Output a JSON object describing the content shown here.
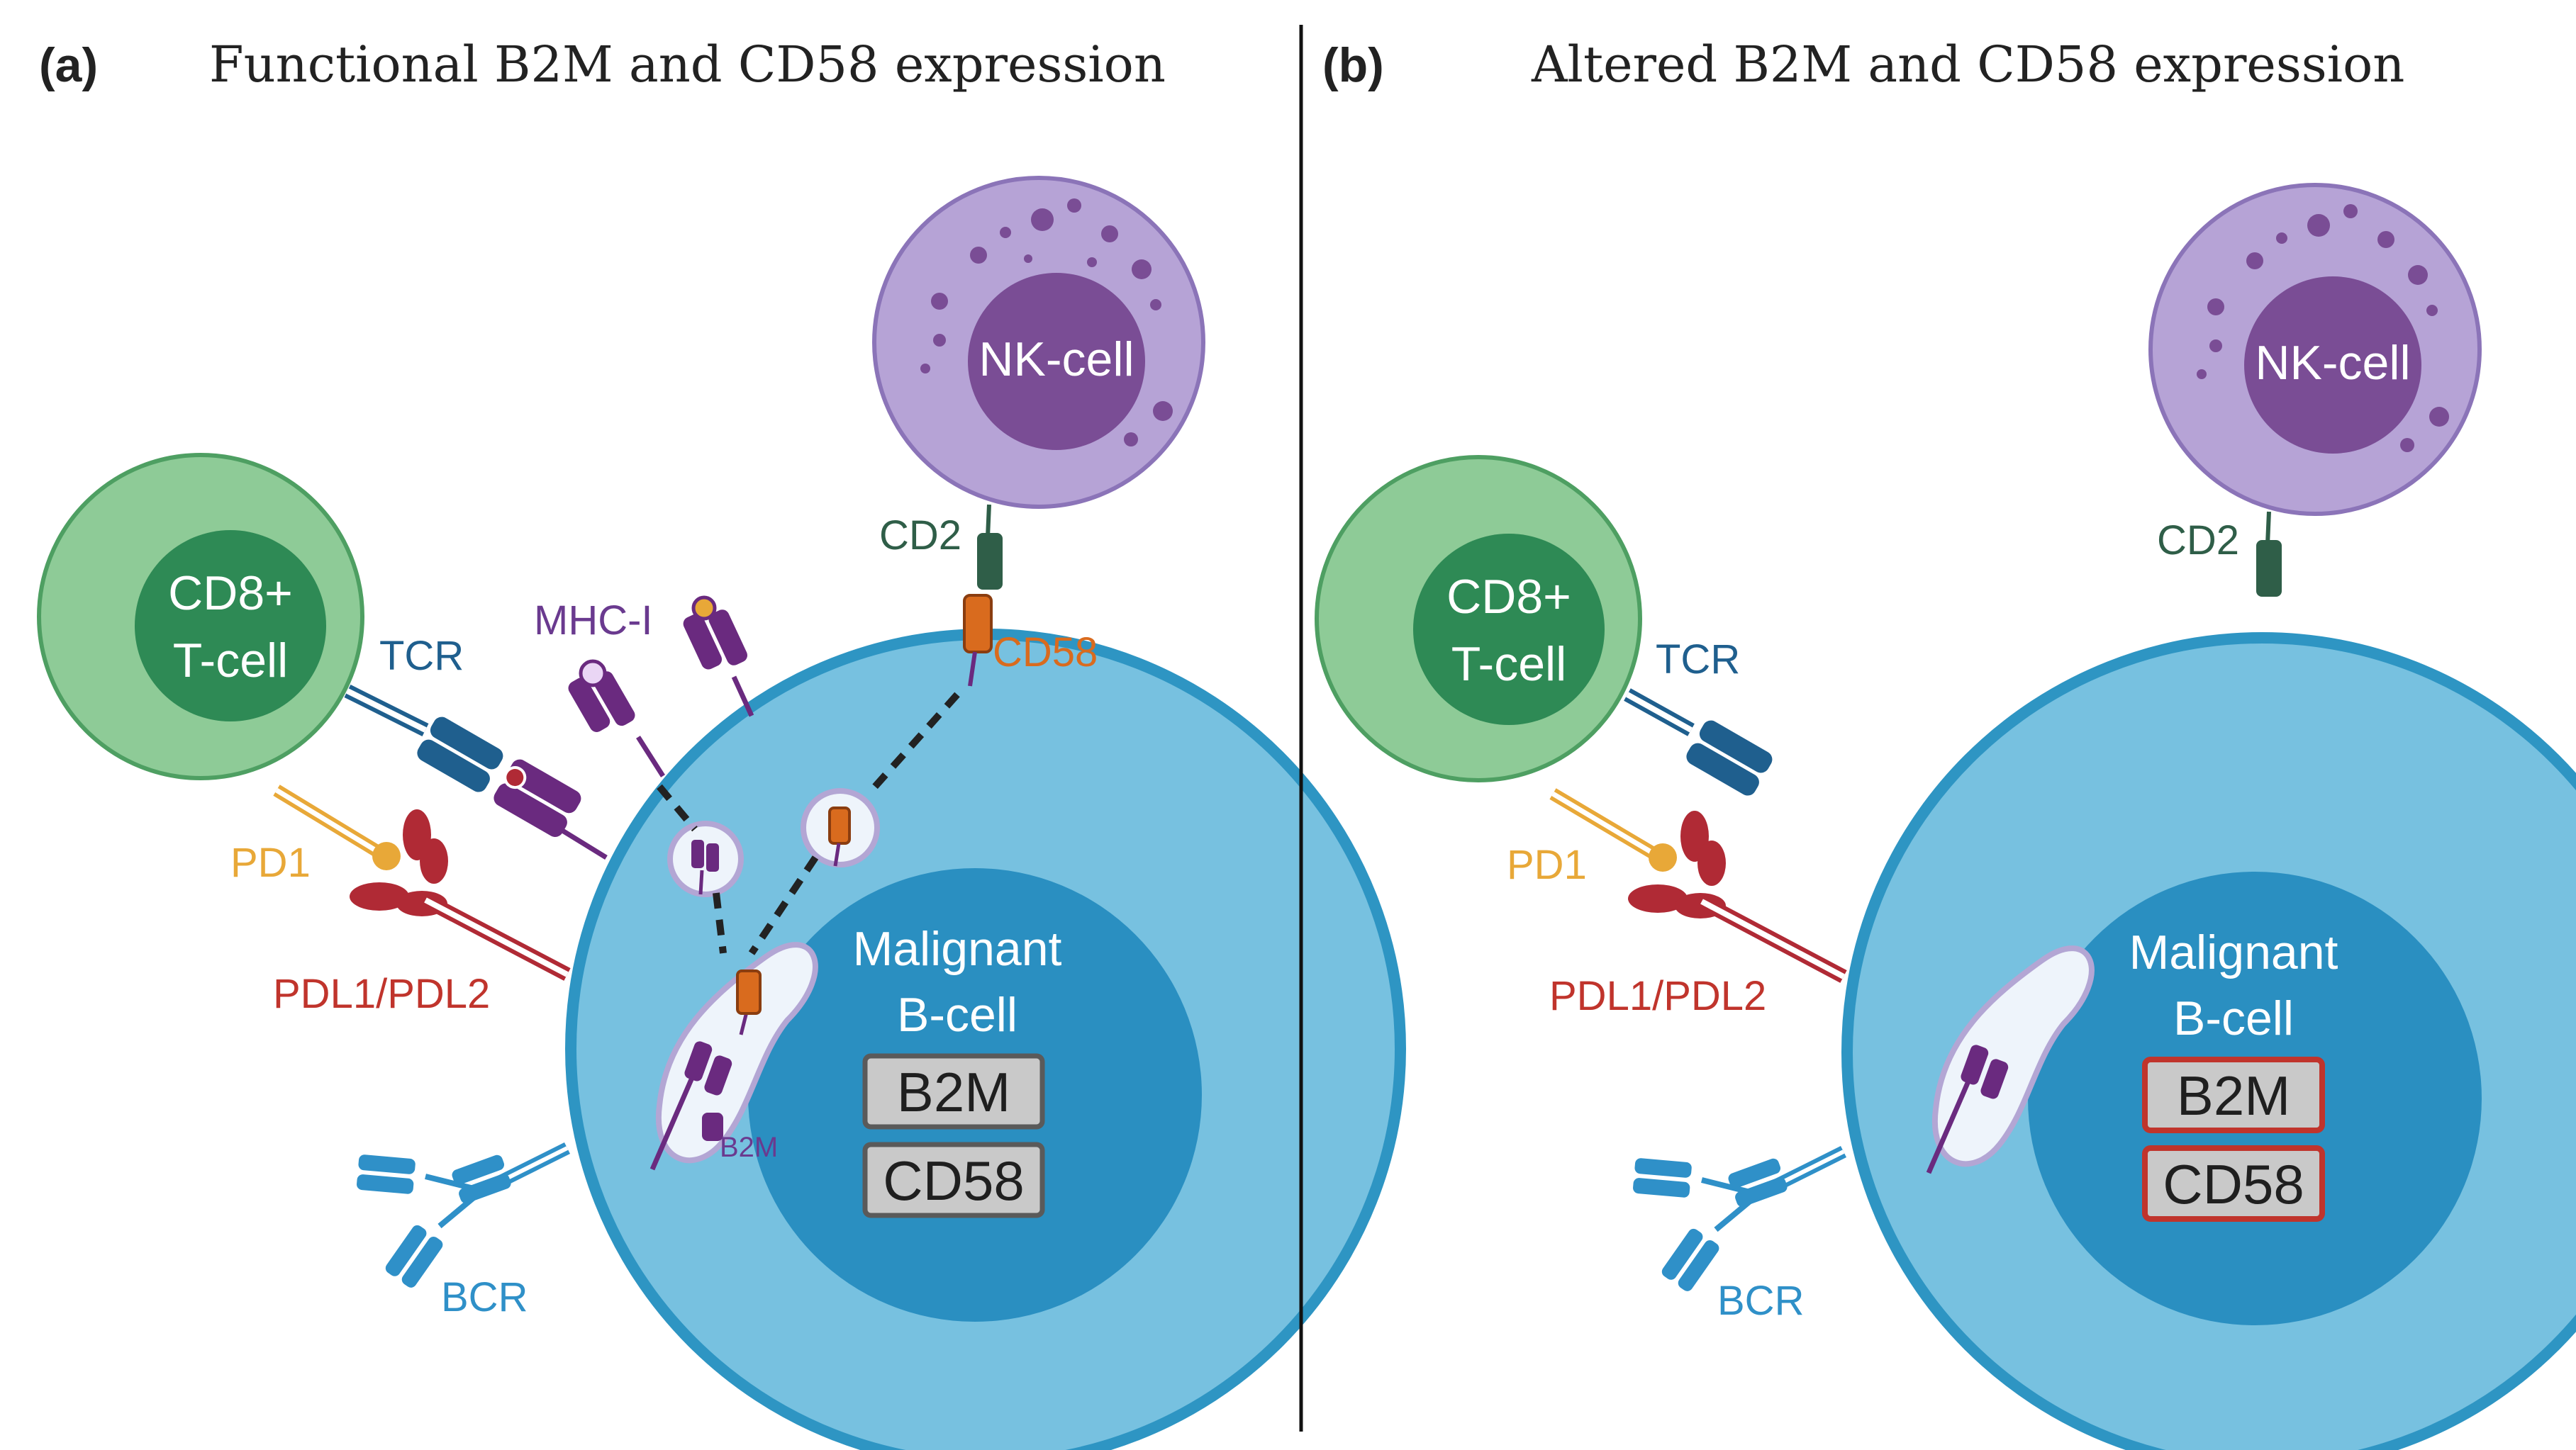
{
  "colors": {
    "tcell_outer": "#8ecb97",
    "tcell_inner": "#2e8a55",
    "nk_outer": "#b6a3d6",
    "nk_inner": "#7a4d95",
    "bcell_outer": "#77c1e0",
    "bcell_nucleus": "#2a8fc1",
    "bcell_border": "#2e95c3",
    "tcr": "#1f5f8e",
    "pd1": "#e8a838",
    "pdl": "#b02a35",
    "mhc": "#6a2a7f",
    "cd2": "#2f5e48",
    "cd58": "#d96b1e",
    "bcr": "#2f90c8",
    "gene_box": "#c9c9c9",
    "gene_box_border_ok": "#5a5a5a",
    "gene_box_border_altered": "#c0342c",
    "label_tcr": "#1f5f8e",
    "label_pd1": "#e8a838",
    "label_pdl": "#c0342c",
    "label_mhc": "#6a3a8f",
    "label_cd2": "#2f5e48",
    "label_cd58": "#d96b1e",
    "label_bcr": "#2f90c8"
  },
  "panel_a": {
    "letter": "(a)",
    "title": "Functional  B2M and CD58 expression",
    "tcell_line1": "CD8+",
    "tcell_line2": "T-cell",
    "nk_label": "NK-cell",
    "bcell_line1": "Malignant",
    "bcell_line2": "B-cell",
    "gene1": "B2M",
    "gene2": "CD58",
    "label_tcr": "TCR",
    "label_mhc": "MHC-I",
    "label_cd2": "CD2",
    "label_cd58": "CD58",
    "label_pd1": "PD1",
    "label_pdl": "PDL1/PDL2",
    "label_b2m": "B2M",
    "label_bcr": "BCR"
  },
  "panel_b": {
    "letter": "(b)",
    "title": "Altered B2M and CD58 expression",
    "tcell_line1": "CD8+",
    "tcell_line2": "T-cell",
    "nk_label": "NK-cell",
    "bcell_line1": "Malignant",
    "bcell_line2": "B-cell",
    "gene1": "B2M",
    "gene2": "CD58",
    "label_tcr": "TCR",
    "label_cd2": "CD2",
    "label_pd1": "PD1",
    "label_pdl": "PDL1/PDL2",
    "label_bcr": "BCR"
  }
}
